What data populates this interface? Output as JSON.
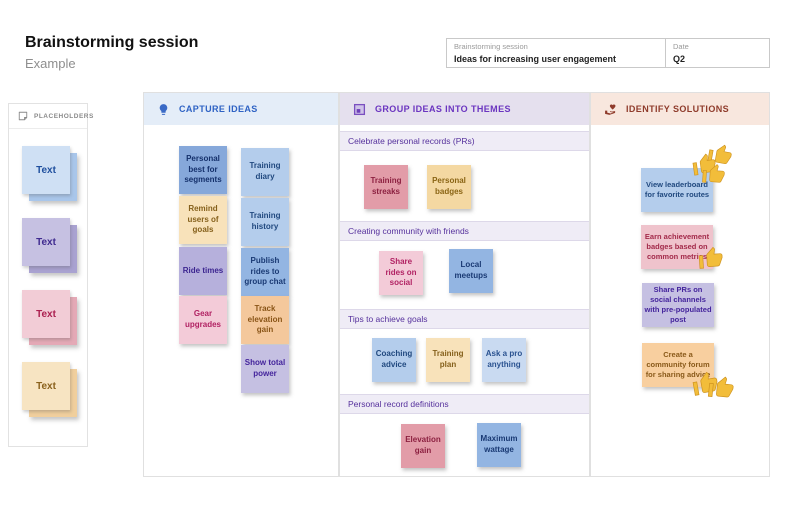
{
  "page": {
    "title": "Brainstorming session",
    "subtitle": "Example"
  },
  "info_table": {
    "fields": [
      {
        "label": "Brainstorming session",
        "value": "Ideas for increasing user engagement"
      },
      {
        "label": "Date",
        "value": "Q2"
      }
    ]
  },
  "placeholders_panel": {
    "title": "PLACEHOLDERS",
    "icon": "sticky-note-icon",
    "notes": [
      {
        "label": "Text",
        "color": "blue"
      },
      {
        "label": "Text",
        "color": "purple"
      },
      {
        "label": "Text",
        "color": "pink"
      },
      {
        "label": "Text",
        "color": "yellow"
      }
    ]
  },
  "columns": [
    {
      "title": "CAPTURE IDEAS",
      "icon": "lightbulb-icon",
      "accent_color": "#2e62c4",
      "header_bg": "#e4edf8",
      "notes": [
        {
          "text": "Personal best for segments",
          "color": "#86a8da"
        },
        {
          "text": "Training diary",
          "color": "#b4cdec"
        },
        {
          "text": "Remind users of goals",
          "color": "#f8e2ba"
        },
        {
          "text": "Training history",
          "color": "#b4cdec"
        },
        {
          "text": "Ride times",
          "color": "#b6b0dc"
        },
        {
          "text": "Publish rides to group chat",
          "color": "#93b5e2"
        },
        {
          "text": "Gear upgrades",
          "color": "#f3cbd8"
        },
        {
          "text": "Track elevation gain",
          "color": "#f4c89c"
        },
        {
          "text": "Show total power",
          "color": "#c5c0e2"
        }
      ]
    },
    {
      "title": "GROUP IDEAS INTO THEMES",
      "icon": "frame-icon",
      "accent_color": "#6b35c0",
      "header_bg": "#e5e0ee",
      "sections": [
        {
          "title": "Celebrate personal records (PRs)",
          "notes": [
            {
              "text": "Training streaks",
              "color": "#e29ca8"
            },
            {
              "text": "Personal badges",
              "color": "#f4d8a2"
            }
          ]
        },
        {
          "title": "Creating community with friends",
          "notes": [
            {
              "text": "Share rides on social",
              "color": "#f3cbd8"
            },
            {
              "text": "Local meetups",
              "color": "#93b5e2"
            }
          ]
        },
        {
          "title": "Tips to achieve goals",
          "notes": [
            {
              "text": "Coaching advice",
              "color": "#b4cdec"
            },
            {
              "text": "Training plan",
              "color": "#f8e2ba"
            },
            {
              "text": "Ask a pro anything",
              "color": "#c9daf1"
            }
          ]
        },
        {
          "title": "Personal record definitions",
          "notes": [
            {
              "text": "Elevation gain",
              "color": "#e29ca8"
            },
            {
              "text": "Maximum wattage",
              "color": "#93b5e2"
            }
          ]
        }
      ]
    },
    {
      "title": "IDENTIFY SOLUTIONS",
      "icon": "hand-heart-icon",
      "accent_color": "#8f3b2b",
      "header_bg": "#f8e7de",
      "notes": [
        {
          "text": "View leaderboard for favorite routes",
          "color": "#b4cdec",
          "votes": 3
        },
        {
          "text": "Earn achievement badges based on common metrics",
          "color": "#efc3cc",
          "votes": 1
        },
        {
          "text": "Share PRs on social channels with pre-populated post",
          "color": "#c5c0e2",
          "votes": 0
        },
        {
          "text": "Create a community forum for sharing advice",
          "color": "#f8cf9f",
          "votes": 2
        }
      ]
    }
  ],
  "icons": {
    "vote": "thumbs-up-icon",
    "vote_color": "#f2bd3a"
  }
}
